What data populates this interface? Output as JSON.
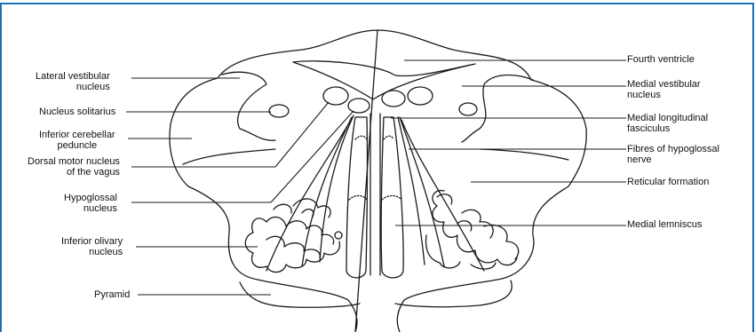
{
  "colors": {
    "frame": "#1f6fb5",
    "ink": "#1a1a1a",
    "background": "#ffffff"
  },
  "labels": {
    "lateral_vestibular_nucleus": [
      "Lateral vestibular",
      "nucleus"
    ],
    "nucleus_solitarius": [
      "Nucleus solitarius"
    ],
    "inferior_cerebellar_peduncle": [
      "Inferior cerebellar",
      "peduncle"
    ],
    "dorsal_motor_nucleus": [
      "Dorsal motor nucleus",
      "of the vagus"
    ],
    "hypoglossal_nucleus": [
      "Hypoglossal",
      "nucleus"
    ],
    "inferior_olivary_nucleus": [
      "Inferior olivary",
      "nucleus"
    ],
    "pyramid": [
      "Pyramid"
    ],
    "fourth_ventricle": [
      "Fourth ventricle"
    ],
    "medial_vestibular_nucleus": [
      "Medial vestibular",
      "nucleus"
    ],
    "medial_longitudinal_fasciculus": [
      "Medial longitudinal",
      "fasciculus"
    ],
    "fibres_of_hypoglossal_nerve": [
      "Fibres of hypoglossal",
      "nerve"
    ],
    "reticular_formation": [
      "Reticular formation"
    ],
    "medial_lemniscus": [
      "Medial lemniscus"
    ]
  }
}
